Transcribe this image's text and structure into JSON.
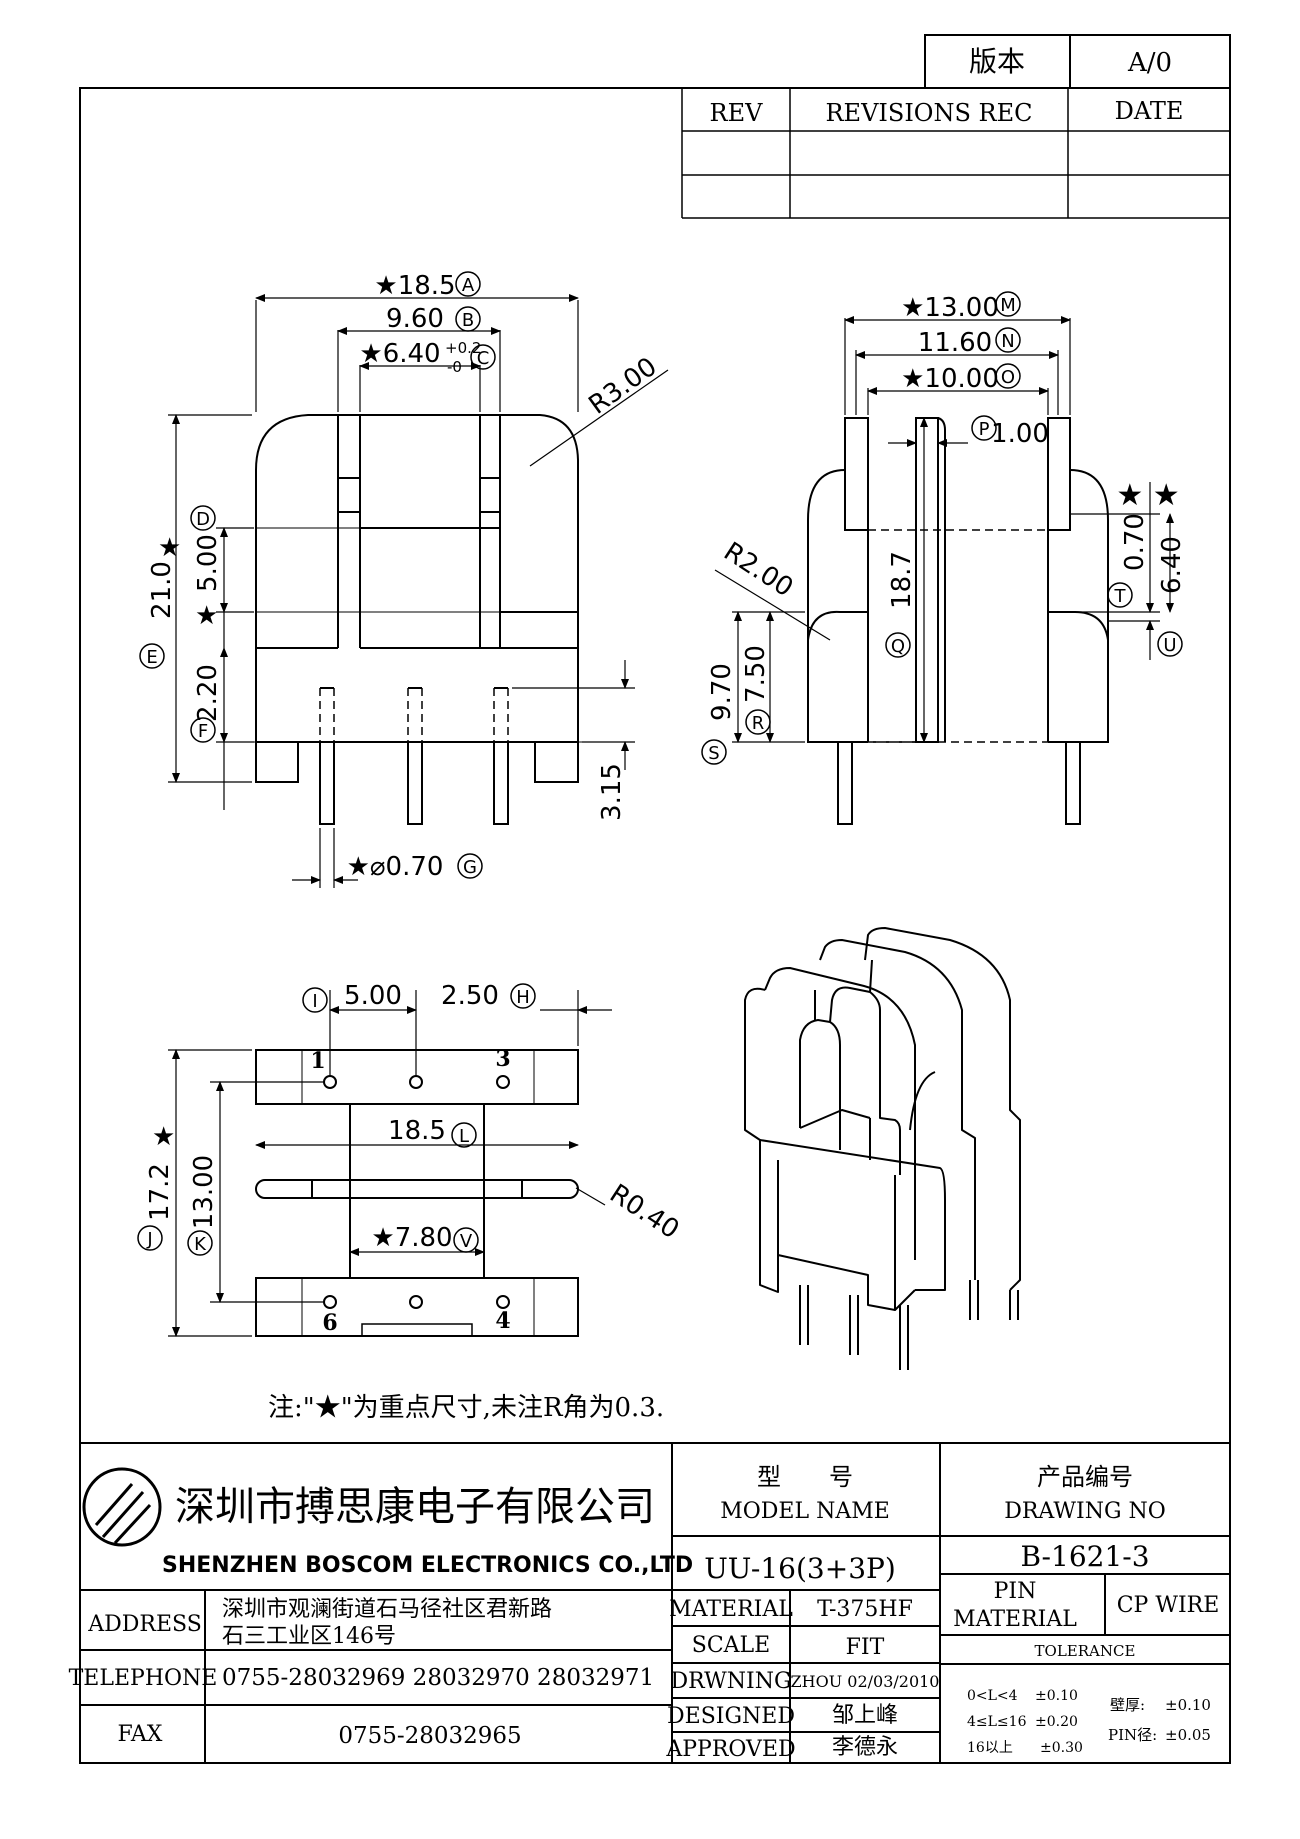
{
  "version_box": {
    "label": "版本",
    "value": "A/0"
  },
  "revision_table": {
    "headers": [
      "REV",
      "REVISIONS REC",
      "DATE"
    ]
  },
  "views": {
    "front": {
      "dims": {
        "a": "★18.5",
        "a_circ": "A",
        "b": "9.60",
        "b_circ": "B",
        "c": "★6.40",
        "c_tol_plus": "+0.2",
        "c_tol_minus": "-0",
        "c_circ": "C",
        "r": "R3.00",
        "d": "5.00",
        "d_circ": "D",
        "d_star": "★",
        "e": "21.0",
        "e_star": "★",
        "e_circ": "E",
        "f": "2.20",
        "f_circ": "F",
        "h3": "3.15",
        "g": "★⌀0.70",
        "g_circ": "G"
      }
    },
    "side": {
      "dims": {
        "m": "★13.00",
        "m_circ": "M",
        "n": "11.60",
        "n_circ": "N",
        "o": "★10.00",
        "o_circ": "O",
        "p": "1.00",
        "p_circ": "P",
        "r2": "R2.00",
        "q": "18.7",
        "q_circ": "Q",
        "t": "0.70",
        "t_circ": "T",
        "u": "6.40",
        "u_circ": "U",
        "stars": "★ ★",
        "s": "9.70",
        "s_circ": "S",
        "rr": "7.50",
        "r_circ": "R"
      }
    },
    "bottom": {
      "dims": {
        "i": "5.00",
        "i_circ": "I",
        "h": "2.50",
        "h_circ": "H",
        "l": "18.5",
        "l_circ": "L",
        "r04": "R0.40",
        "v": "★7.80",
        "v_circ": "V",
        "j": "17.2",
        "j_star": "★",
        "j_circ": "J",
        "k": "13.00",
        "k_circ": "K"
      },
      "pins": [
        "1",
        "3",
        "6",
        "4"
      ]
    }
  },
  "note": "注:\"★\"为重点尺寸,未注R角为0.3.",
  "title_block": {
    "company_cn": "深圳市搏思康电子有限公司",
    "company_en": "SHENZHEN BOSCOM ELECTRONICS CO.,LTD",
    "model_label_cn": "型　　号",
    "model_label_en": "MODEL NAME",
    "model_value": "UU-16(3+3P)",
    "drawing_label_cn": "产品编号",
    "drawing_label_en": "DRAWING NO",
    "drawing_value": "B-1621-3",
    "address_label": "ADDRESS",
    "address_line1": "深圳市观澜街道石马径社区君新路",
    "address_line2": "石三工业区146号",
    "telephone_label": "TELEPHONE",
    "telephone_value": "0755-28032969 28032970 28032971",
    "fax_label": "FAX",
    "fax_value": "0755-28032965",
    "material_label": "MATERIAL",
    "material_value": "T-375HF",
    "scale_label": "SCALE",
    "scale_value": "FIT",
    "drwning_label": "DRWNING",
    "drwning_value": "ZHOU 02/03/2010",
    "designed_label": "DESIGNED",
    "designed_value": "邹上峰",
    "approved_label": "APPROVED",
    "approved_value": "李德永",
    "pin_label_1": "PIN",
    "pin_label_2": "MATERIAL",
    "pin_value": "CP WIRE",
    "tolerance_label": "TOLERANCE",
    "tol_1_range": "0<L<4",
    "tol_1_val": "±0.10",
    "tol_2_range": "4≤L≤16",
    "tol_2_val": "±0.20",
    "tol_3_range": "16以上",
    "tol_3_val": "±0.30",
    "wall_label": "壁厚:",
    "wall_val": "±0.10",
    "pindia_label": "PIN径:",
    "pindia_val": "±0.05"
  }
}
